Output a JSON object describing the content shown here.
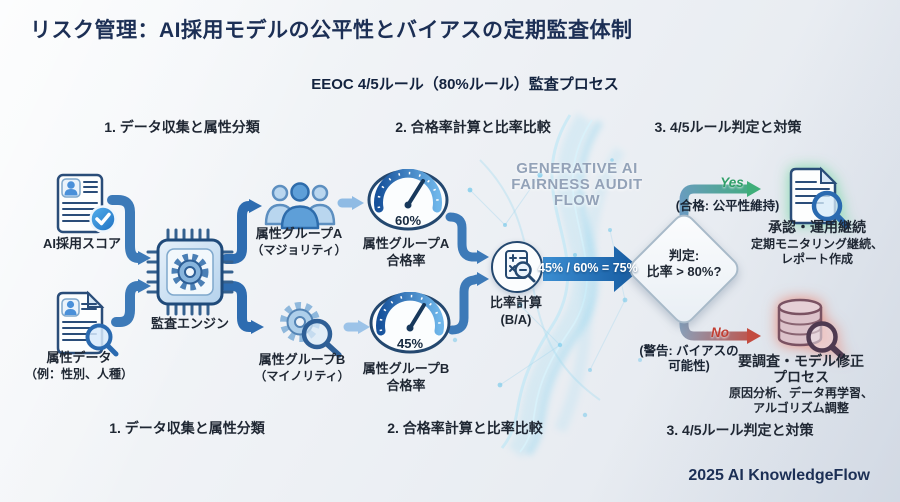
{
  "colors": {
    "title_navy": "#1c2f55",
    "text_dark": "#1f2733",
    "primary_blue": "#2e6cb0",
    "light_blue": "#8fbbe4",
    "yes_green": "#2f9e68",
    "no_red": "#c13f34",
    "watermark_gray": "#93a2b8"
  },
  "header": {
    "title": "リスク管理：AI採用モデルの公平性とバイアスの定期監査体制",
    "subtitle": "EEOC 4/5ルール（80%ルール）監査プロセス"
  },
  "section_labels": {
    "top": [
      "1. データ収集と属性分類",
      "2. 合格率計算と比率比較",
      "3. 4/5ルール判定と対策"
    ],
    "bottom": [
      "1. データ収集と属性分類",
      "2. 合格率計算と比率比較",
      "3. 4/5ルール判定と対策"
    ]
  },
  "watermark": {
    "line1": "GENERATIVE AI",
    "line2": "FAIRNESS AUDIT",
    "line3": "FLOW"
  },
  "nodes": {
    "ai_score": {
      "label": "AI採用スコア",
      "icon": "document-check-icon"
    },
    "attribute_data": {
      "label": "属性データ",
      "sublabel": "（例：性別、人種）",
      "icon": "document-magnifier-icon"
    },
    "audit_engine": {
      "label": "監査エンジン",
      "icon": "cpu-gear-icon"
    },
    "group_a": {
      "label": "属性グループA",
      "sublabel": "（マジョリティ）",
      "icon": "people-group-icon"
    },
    "group_b": {
      "label": "属性グループB",
      "sublabel": "（マイノリティ）",
      "icon": "gear-magnifier-icon"
    },
    "gauge_a": {
      "value": "60%",
      "label": "属性グループA",
      "sublabel": "合格率",
      "icon": "gauge-icon"
    },
    "gauge_b": {
      "value": "45%",
      "label": "属性グループB",
      "sublabel": "合格率",
      "icon": "gauge-icon"
    },
    "ratio_calc": {
      "label": "比率計算",
      "sublabel": "(B/A)",
      "icon": "calculator-magnifier-icon"
    },
    "decision": {
      "line1": "判定:",
      "line2": "比率 > 80%?"
    }
  },
  "edges": {
    "ratio_result": "45% / 60% = 75%",
    "yes": {
      "label": "Yes",
      "note": "(合格: 公平性維持)"
    },
    "no": {
      "label": "No",
      "note_line1": "(警告: バイアスの",
      "note_line2": "可能性)"
    }
  },
  "outcomes": {
    "approve": {
      "title": "承認・運用継続",
      "desc_line1": "定期モニタリング継続、",
      "desc_line2": "レポート作成",
      "icon": "document-magnifier-icon"
    },
    "investigate": {
      "title_line1": "要調査・モデル修正",
      "title_line2": "プロセス",
      "desc_line1": "原因分析、データ再学習、",
      "desc_line2": "アルゴリズム調整",
      "icon": "database-magnifier-icon"
    }
  },
  "footer": {
    "credit": "2025 AI KnowledgeFlow"
  }
}
